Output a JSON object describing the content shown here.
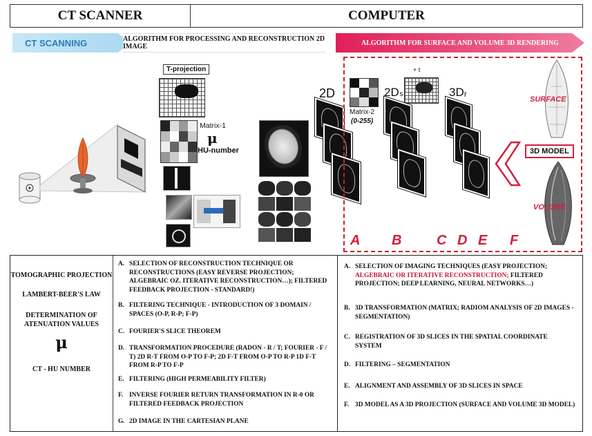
{
  "header": {
    "left": "CT SCANNER",
    "right": "COMPUTER"
  },
  "pipeline": {
    "step1": "CT SCANNING",
    "step2": "ALGORITHM FOR PROCESSING AND RECONSTRUCTION 2D IMAGE",
    "step3": "ALGORITHM FOR SURFACE AND VOLUME 3D RENDERING"
  },
  "figure": {
    "t_projection": "T-projection",
    "matrix1": "Matrix-1",
    "mu": "μ",
    "hu_number": "HU-number",
    "label_2d": "2D",
    "matrix2": "Matrix-2",
    "matrix2_range": "(0-255)",
    "plus_t": "+ t",
    "label_2ds": "2Dₛ",
    "label_3dr": "3Dᵣ",
    "surface": "SURFACE",
    "model_3d": "3D MODEL",
    "volume": "VOLUME",
    "stages": [
      "A",
      "B",
      "C",
      "D",
      "E",
      "F"
    ],
    "colors": {
      "accent_red": "#d41e3c",
      "blue_step": "#2a7fb8"
    }
  },
  "table": {
    "col1": [
      "TOMOGRAPHIC PROJECTION",
      "LAMBERT-BEER'S LAW",
      "DETERMINATION OF ATENUATION VALUES",
      "μ",
      "CT - HU NUMBER"
    ],
    "col2": [
      {
        "n": "A.",
        "t": "SELECTION OF RECONSTRUCTION TECHNIQUE or RECONSTRUCTIONS (EASY REVERSE PROJECTION; ALGEBRAIC OZ. ITERATIVE RECONSTRUCTION…); FILTERED FEEDBACK PROJECTION - standard!)"
      },
      {
        "n": "B.",
        "t": "FILTERING TECHNIQUE - INTRODUCTION OF 3 DOMAIN / SPACES (O-P, R-P; F-P)"
      },
      {
        "n": "C.",
        "t": "FOURIER'S SLICE THEOREM"
      },
      {
        "n": "D.",
        "t": "TRANSFORMATION PROCEDURE (Radon - R / T; Fourier - F / T) 2D R-T from O-P to F-P; 2D F-T from O-P to R-P 1D F-T from R-P to F-P"
      },
      {
        "n": "E.",
        "t": "FILTERING (high permeability filter)"
      },
      {
        "n": "F.",
        "t": "INVERSE FOURIER RETURN TRANSFORMATION IN R-0 or FILTERED FEEDBACK PROJECTION"
      },
      {
        "n": "G.",
        "t": "2D IMAGE IN THE CARTESIAN PLANE"
      }
    ],
    "col3": [
      {
        "n": "A.",
        "t1": "SELECTION OF IMAGING TECHNIQUES (EASY PROJECTION;",
        "t_red": "ALGEBRAIC OR ITERATIVE RECONSTRUCTION;",
        "t2": "FILTERED PROJECTION; DEEP LEARNING, NEURAL NETWORKS…)"
      },
      {
        "n": "B.",
        "t": "3D TRANSFORMATION (MATRIX; RADIOM ANALYSIS OF 2D IMAGES - SEGMENTATION)"
      },
      {
        "n": "C.",
        "t": "REGISTRATION OF 3D SLICES IN THE SPATIAL COORDINATE SYSTEM"
      },
      {
        "n": "D.",
        "t": "FILTERING – SEGMENTATION"
      },
      {
        "n": "E.",
        "t": "ALIGNMENT AND ASSEMBLY OF 3D SLICES IN SPACE"
      },
      {
        "n": "F.",
        "t": "3D MODEL AS A 3D PROJECTION (SURFACE AND VOLUME 3D MODEL)"
      }
    ]
  }
}
